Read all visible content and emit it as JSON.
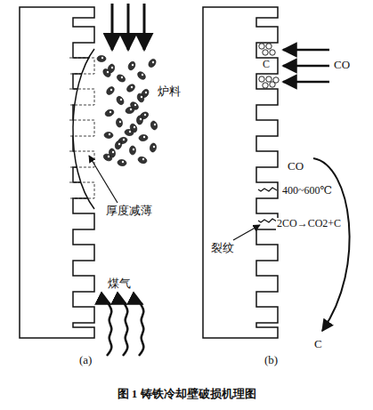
{
  "diagram": {
    "caption": "图 1 铸铁冷却壁破损机理图",
    "labels": [
      "炉料",
      "厚度减薄",
      "煤气",
      "(a)",
      "CO",
      "C",
      "CO",
      "400~600℃",
      "2CO→CO2+C",
      "裂纹",
      "C",
      "(b)"
    ]
  }
}
